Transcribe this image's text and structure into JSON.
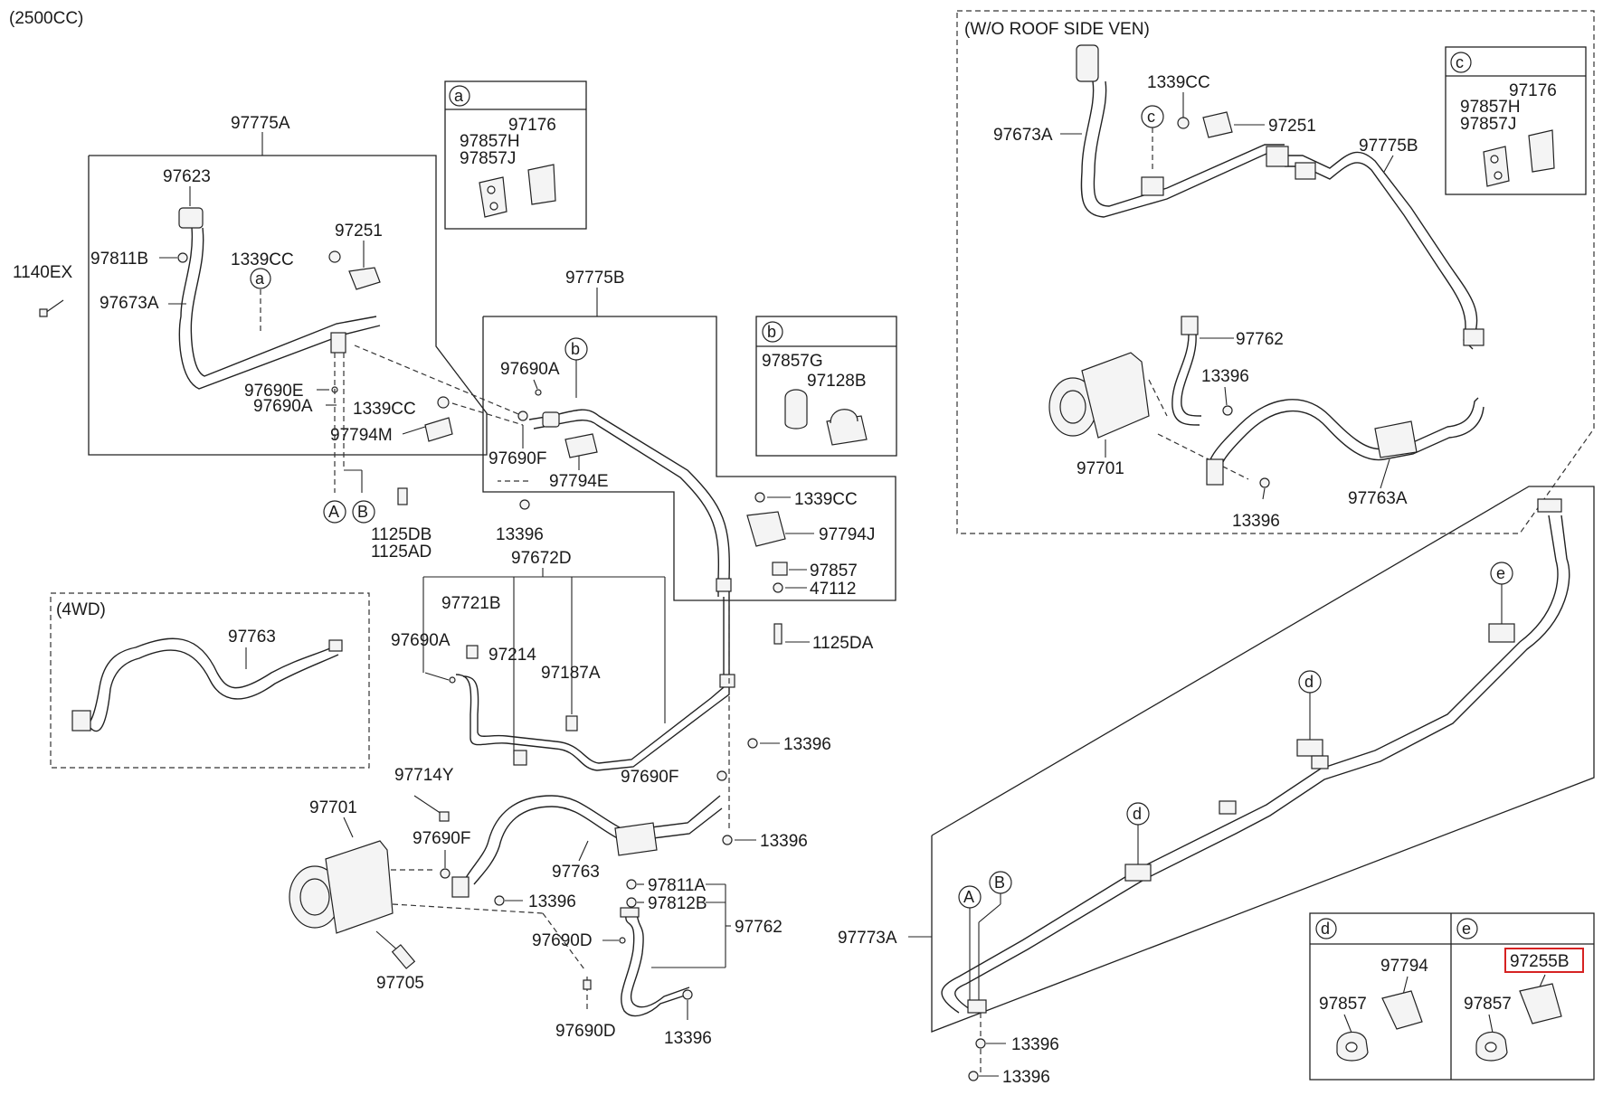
{
  "title": "(2500CC)",
  "sections": {
    "wo_roof": "(W/O ROOF SIDE VEN)",
    "fourwd": "(4WD)"
  },
  "callouts": {
    "a": "a",
    "b": "b",
    "c": "c",
    "d": "d",
    "e": "e",
    "A": "A",
    "B": "B"
  },
  "labels": {
    "p97775A": "97775A",
    "p97623": "97623",
    "p97811B": "97811B",
    "p1140EX": "1140EX",
    "p97673A_main": "97673A",
    "p1339CC_1": "1339CC",
    "p97251_1": "97251",
    "p97690E": "97690E",
    "p97690A_1": "97690A",
    "p1339CC_2": "1339CC",
    "p97794M": "97794M",
    "p1125DB": "1125DB",
    "p1125AD": "1125AD",
    "boxa_97176": "97176",
    "boxa_97857H": "97857H",
    "boxa_97857J": "97857J",
    "p97775B_main": "97775B",
    "p97690A_2": "97690A",
    "p97690F_1": "97690F",
    "p97794E": "97794E",
    "p13396_1": "13396",
    "boxb_97857G": "97857G",
    "boxb_97128B": "97128B",
    "p1339CC_3": "1339CC",
    "p97794J": "97794J",
    "p97857_1": "97857",
    "p47112": "47112",
    "p1125DA": "1125DA",
    "p97672D": "97672D",
    "p97721B": "97721B",
    "p97690A_3": "97690A",
    "p97214": "97214",
    "p97187A": "97187A",
    "p13396_2": "13396",
    "p97690F_2": "97690F",
    "p13396_3": "13396",
    "p97763_4wd": "97763",
    "p97714Y": "97714Y",
    "p97701_main": "97701",
    "p97690F_3": "97690F",
    "p97763_main": "97763",
    "p13396_4": "13396",
    "p97705": "97705",
    "p97811A": "97811A",
    "p97812B": "97812B",
    "p97762_main": "97762",
    "p97690D_1": "97690D",
    "p97690D_2": "97690D",
    "p13396_5": "13396",
    "wo_97673A": "97673A",
    "wo_1339CC": "1339CC",
    "wo_97251": "97251",
    "wo_97775B": "97775B",
    "boxc_97176": "97176",
    "boxc_97857H": "97857H",
    "boxc_97857J": "97857J",
    "wo_97762": "97762",
    "wo_13396_1": "13396",
    "wo_97701": "97701",
    "wo_13396_2": "13396",
    "wo_97763A": "97763A",
    "p97773A": "97773A",
    "p13396_6": "13396",
    "p13396_7": "13396",
    "boxd_97794": "97794",
    "boxd_97857": "97857",
    "boxe_97255B": "97255B",
    "boxe_97857": "97857"
  }
}
